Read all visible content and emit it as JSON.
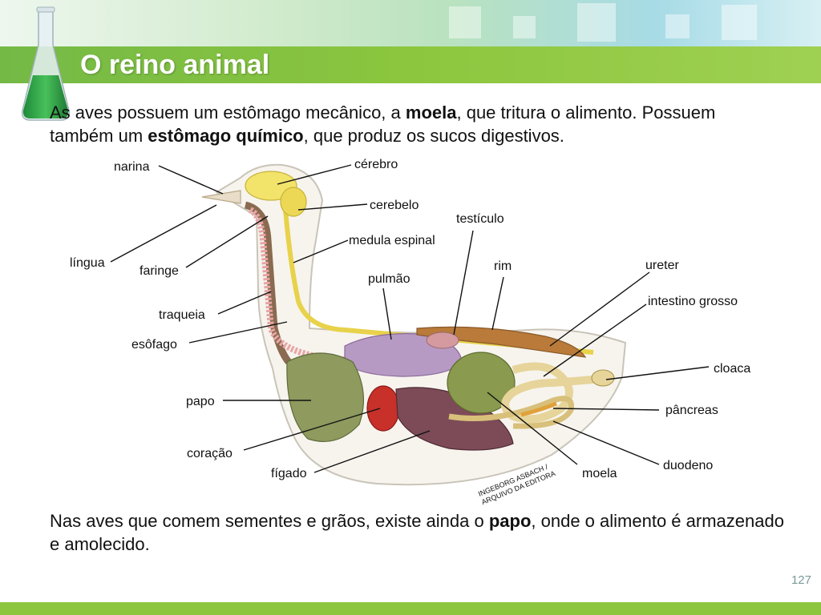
{
  "slide": {
    "title": "O reino animal",
    "page_number": "127"
  },
  "intro": {
    "part1": "As aves possuem um estômago mecânico, a ",
    "bold1": "moela",
    "part2": ", que tritura o alimento. Possuem também um ",
    "bold2": "estômago químico",
    "part3": ", que produz os sucos digestivos."
  },
  "outro": {
    "part1": "Nas aves que comem sementes e grãos, existe ainda o ",
    "bold1": "papo",
    "part2": ", onde o alimento é armazenado e amolecido."
  },
  "diagram": {
    "labels": {
      "narina": "narina",
      "cerebro": "cérebro",
      "cerebelo": "cerebelo",
      "testiculo": "testículo",
      "medula": "medula espinal",
      "lingua": "língua",
      "faringe": "faringe",
      "rim": "rim",
      "ureter": "ureter",
      "pulmao": "pulmão",
      "intestino": "intestino grosso",
      "traqueia": "traqueia",
      "esofago": "esôfago",
      "cloaca": "cloaca",
      "papo": "papo",
      "pancreas": "pâncreas",
      "coracao": "coração",
      "duodeno": "duodeno",
      "figado": "fígado",
      "moela": "moela"
    },
    "credit": {
      "line1": "INGEBORG ASBACH /",
      "line2": "ARQUIVO DA EDITORA"
    }
  },
  "colors": {
    "title_bar": "#8cc63e",
    "brain": "#f2e36a",
    "lung": "#b79ac4",
    "liver": "#7d4b58",
    "heart": "#c8302a",
    "crop": "#8e9a5e",
    "gizzard": "#8a9a4e"
  }
}
